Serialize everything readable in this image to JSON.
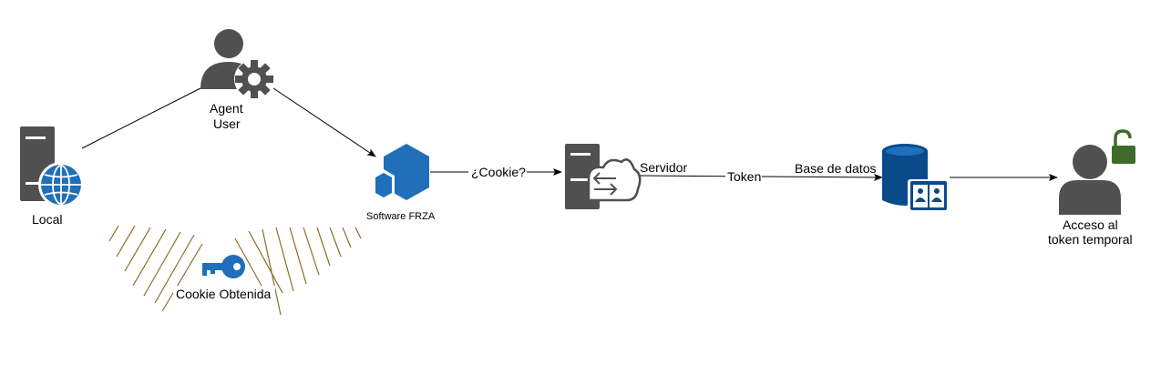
{
  "nodes": {
    "local": {
      "label": "Local"
    },
    "agent_user": {
      "label_line1": "Agent",
      "label_line2": "User"
    },
    "software": {
      "label": "Software FRZA"
    },
    "cookie_obtained": {
      "label": "Cookie Obtenida"
    },
    "servidor": {
      "label": "Servidor"
    },
    "base_datos": {
      "label": "Base de datos"
    },
    "acceso": {
      "label_line1": "Acceso al",
      "label_line2": "token temporal"
    }
  },
  "edges": {
    "cookie_query": {
      "label": "¿Cookie?"
    },
    "token": {
      "label": "Token"
    }
  },
  "colors": {
    "icon_gray": "#505050",
    "blue": "#1f6fba",
    "navy": "#0a4a8a",
    "lock_green": "#3f6b2a",
    "hatch": "#8a6d2a"
  },
  "icons": {
    "local": "server-globe-icon",
    "agent": "user-gear-icon",
    "software": "hexagon-blocks-icon",
    "cookie": "key-icon",
    "servidor": "server-cloud-icon",
    "base_datos": "database-book-icon",
    "acceso": "user-unlocked-icon"
  }
}
